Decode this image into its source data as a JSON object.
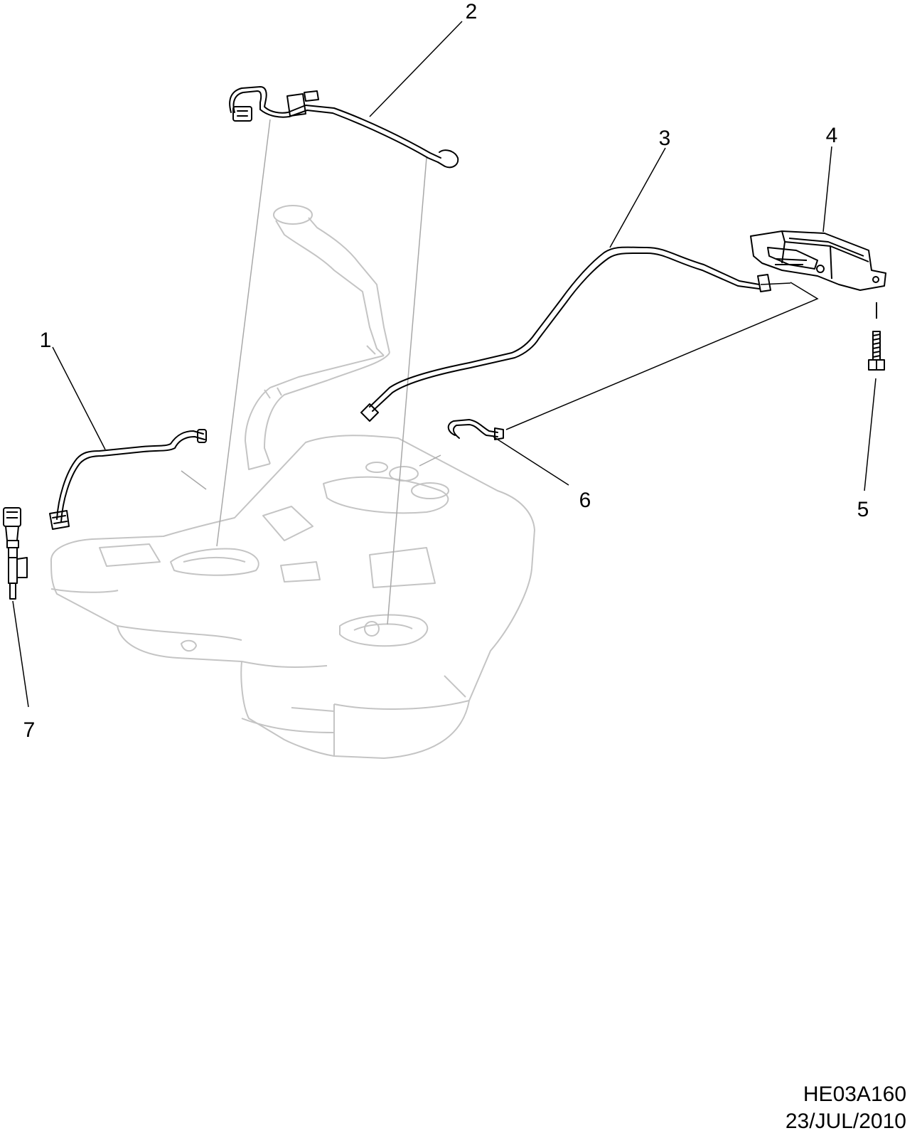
{
  "callouts": [
    {
      "id": "1",
      "label": "1"
    },
    {
      "id": "2",
      "label": "2"
    },
    {
      "id": "3",
      "label": "3"
    },
    {
      "id": "4",
      "label": "4"
    },
    {
      "id": "5",
      "label": "5"
    },
    {
      "id": "6",
      "label": "6"
    },
    {
      "id": "7",
      "label": "7"
    }
  ],
  "footer": {
    "drawing_code": "HE03A160",
    "date": "23/JUL/2010"
  },
  "colors": {
    "part_line": "#000000",
    "ghost_line": "#b8b8b8"
  }
}
